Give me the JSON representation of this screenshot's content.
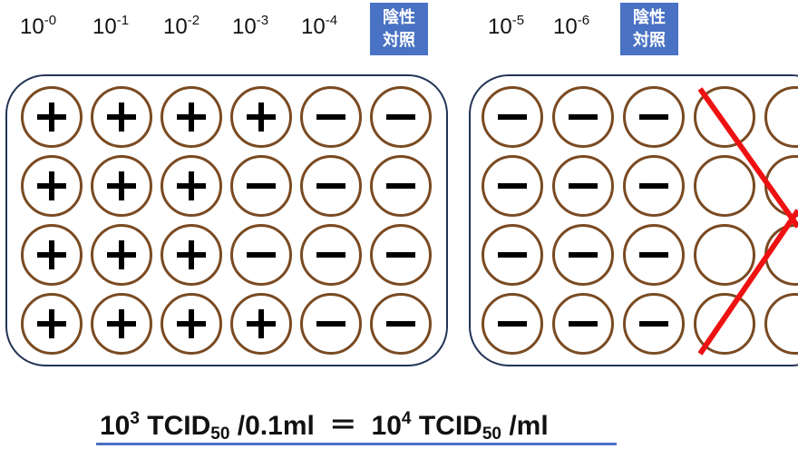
{
  "dilutions_left": [
    {
      "base": "10",
      "exp": "-0"
    },
    {
      "base": "10",
      "exp": "-1"
    },
    {
      "base": "10",
      "exp": "-2"
    },
    {
      "base": "10",
      "exp": "-3"
    },
    {
      "base": "10",
      "exp": "-4"
    }
  ],
  "dilutions_right": [
    {
      "base": "10",
      "exp": "-5"
    },
    {
      "base": "10",
      "exp": "-6"
    }
  ],
  "negative_control": {
    "line1": "陰性",
    "line2": "対照"
  },
  "left_plate": {
    "rows": [
      [
        "+",
        "+",
        "+",
        "+",
        "-",
        "-"
      ],
      [
        "+",
        "+",
        "+",
        "-",
        "-",
        "-"
      ],
      [
        "+",
        "+",
        "+",
        "-",
        "-",
        "-"
      ],
      [
        "+",
        "+",
        "+",
        "+",
        "-",
        "-"
      ]
    ]
  },
  "right_plate": {
    "rows": [
      [
        "-",
        "-",
        "-",
        "",
        ""
      ],
      [
        "-",
        "-",
        "-",
        "",
        ""
      ],
      [
        "-",
        "-",
        "-",
        "",
        ""
      ],
      [
        "-",
        "-",
        "-",
        "",
        ""
      ]
    ],
    "crossed_out": true,
    "cross_color": "#ee1111"
  },
  "formula": {
    "lhs_base": "10",
    "lhs_exp": "3",
    "lhs_unit": "TCID",
    "lhs_sub": "50",
    "lhs_per": "/0.1ml",
    "equals": "＝",
    "rhs_base": "10",
    "rhs_exp": "4",
    "rhs_unit": "TCID",
    "rhs_sub": "50",
    "rhs_per": "/ml"
  },
  "colors": {
    "badge": "#4a72c4",
    "well_border": "#7a4a22",
    "plate_border": "#223355"
  }
}
